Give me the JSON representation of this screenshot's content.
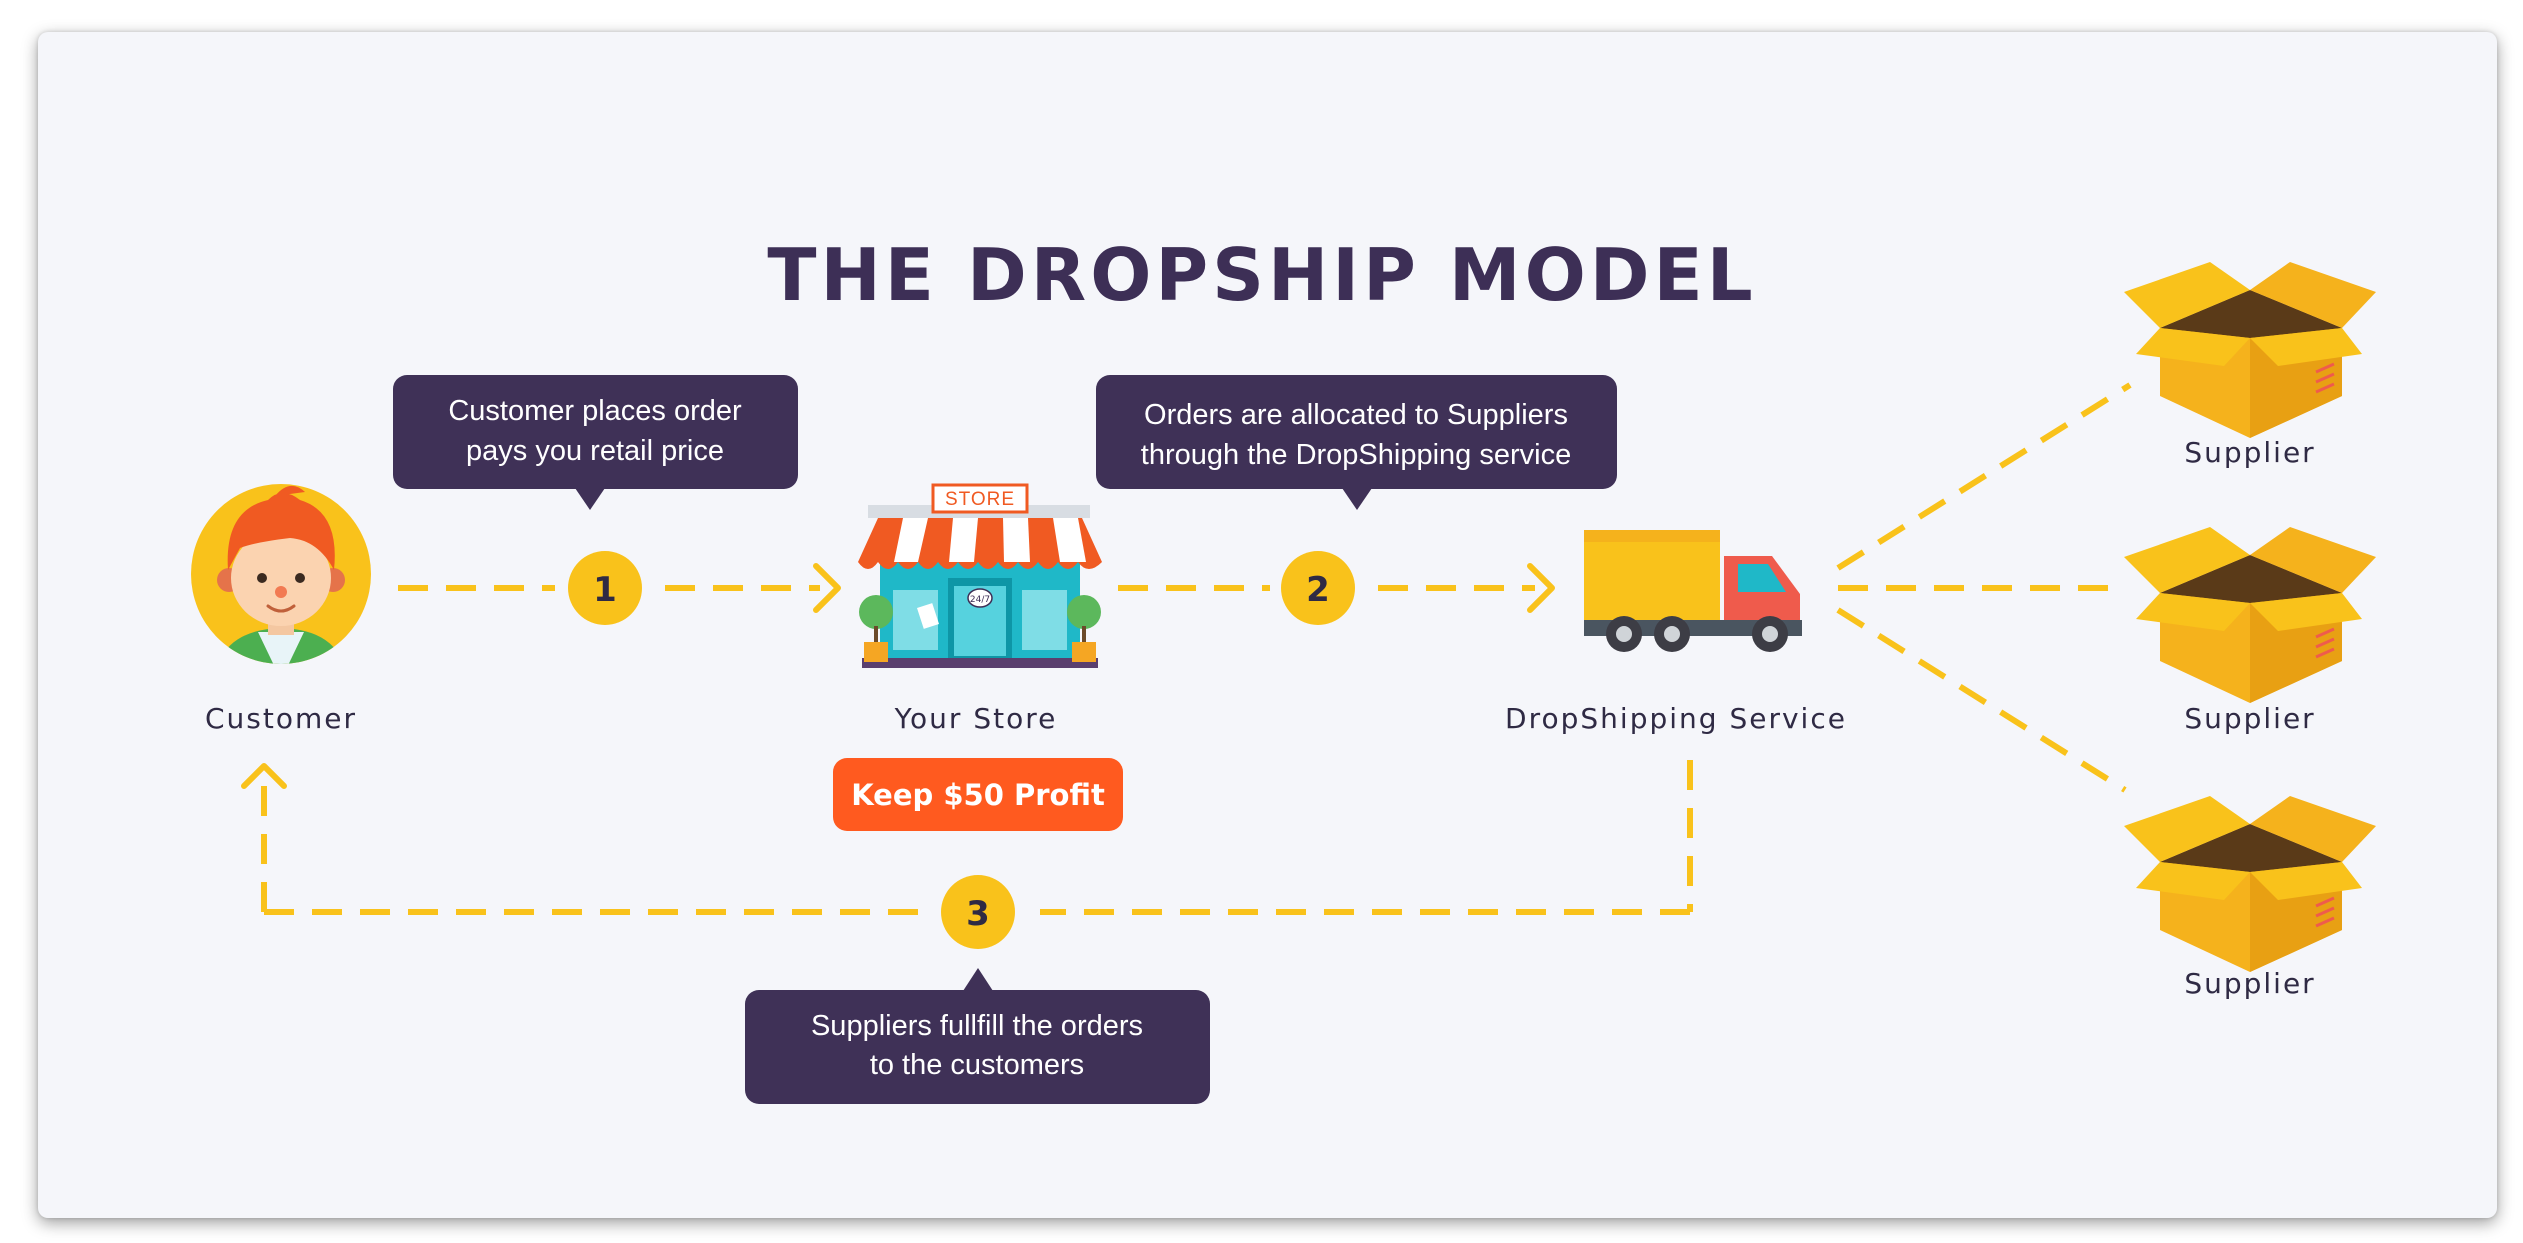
{
  "title": "THE DROPSHIP MODEL",
  "nodes": {
    "customer": "Customer",
    "store": "Your Store",
    "store_sign": "STORE",
    "store_door_sign": "24/7",
    "service": "DropShipping Service",
    "suppliers": [
      "Supplier",
      "Supplier",
      "Supplier"
    ]
  },
  "steps": [
    {
      "number": "1",
      "text_lines": [
        "Customer places order",
        "pays you retail price"
      ]
    },
    {
      "number": "2",
      "text_lines": [
        "Orders are allocated to Suppliers",
        "through the DropShipping service"
      ]
    },
    {
      "number": "3",
      "text_lines": [
        "Suppliers fullfill the orders",
        "to the customers"
      ]
    }
  ],
  "profit_badge": "Keep $50 Profit",
  "colors": {
    "background": "#f5f6fa",
    "title": "#3d2f56",
    "bubble": "#3f3157",
    "accent_yellow": "#f9c21b",
    "profit_orange": "#ff5a1f",
    "box": "#f5b21c"
  },
  "icons": {
    "customer": "customer-avatar-icon",
    "store": "storefront-icon",
    "service": "delivery-truck-icon",
    "supplier": "open-box-icon"
  }
}
